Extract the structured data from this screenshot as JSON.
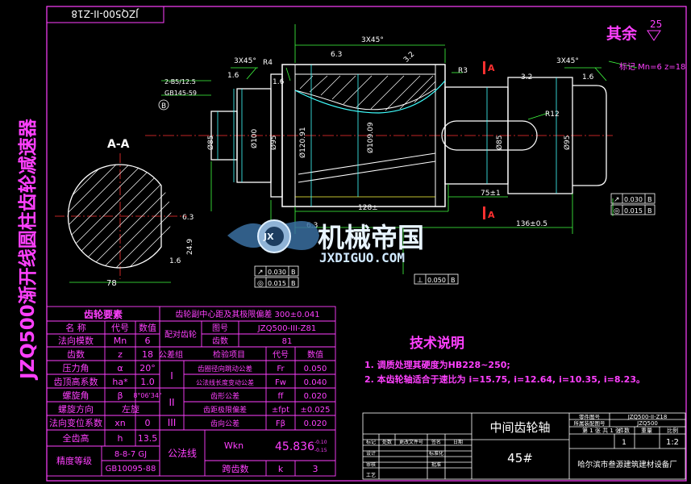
{
  "drawing_number_flipped": "JZQ500-II-Z18",
  "side_title": "JZQ500渐开线圆柱齿轮减速器",
  "surface_note": {
    "label": "其余",
    "value": "25"
  },
  "section_label": "A-A",
  "section_mark": "A",
  "dims": {
    "chamfer_top": "3X45°",
    "chamfer_left": "3X45°",
    "chamfer_right": "3X45°",
    "radius_r4": "R4",
    "radius_r3": "R3",
    "radius_r12": "R12",
    "center_hole": "2-B5/12.5",
    "center_std": "GB145-59",
    "datum_b": "B",
    "rough_63a": "6.3",
    "rough_32a": "3.2",
    "rough_16a": "1.6",
    "rough_16b": "1.6",
    "rough_32b": "3.2",
    "rough_16c": "1.6",
    "rough_63b": "6.3",
    "rough_63c": "6.3",
    "rough_16d": "1.6",
    "dia_tip": "Ø120.91",
    "dia_body": "Ø109.09",
    "dia_left1": "Ø85",
    "dia_left2": "Ø100",
    "dia_left3": "Ø95",
    "dia_right1": "Ø85",
    "dia_right2": "Ø95",
    "len_75": "75±1",
    "len_128": "128±",
    "len_136": "136±0.5",
    "len_sec_78": "78",
    "len_sec_24": "24.9",
    "mark_note": "标记 Mn=6 z=18"
  },
  "tolerances": [
    {
      "sym": "↗",
      "val": "0.030",
      "datum": "B"
    },
    {
      "sym": "◎",
      "val": "0.015",
      "datum": "B"
    },
    {
      "sym": "↗",
      "val": "0.030",
      "datum": "B"
    },
    {
      "sym": "◎",
      "val": "0.015",
      "datum": "B"
    },
    {
      "sym": "⊥",
      "val": "0.050",
      "datum": "B"
    }
  ],
  "logo": {
    "cn": "机械帝国",
    "en": "JXDIGUO.COM",
    "badge": "JX"
  },
  "gear_table": {
    "header": [
      "齿轮要素",
      "",
      ""
    ],
    "rows": [
      [
        "名  称",
        "代号",
        "数值"
      ],
      [
        "法向模数",
        "Mn",
        "6"
      ],
      [
        "齿数",
        "z",
        "18"
      ],
      [
        "压力角",
        "α",
        "20°"
      ],
      [
        "齿顶高系数",
        "ha*",
        "1.0"
      ],
      [
        "螺旋角",
        "β",
        "8°06'34\""
      ],
      [
        "螺旋方向",
        "",
        "左旋"
      ],
      [
        "法向变位系数",
        "xn",
        "0"
      ],
      [
        "全齿高",
        "h",
        "13.5"
      ],
      [
        "精度等级",
        "8-8-7 GJ",
        "GB10095-88"
      ]
    ]
  },
  "mesh_table": {
    "center": "齿轮副中心距及其极限偏差  300±0.041",
    "pair_label": "配对齿轮",
    "pair_rows": [
      [
        "图号",
        "JZQ500-III-Z81"
      ],
      [
        "齿数",
        "81"
      ]
    ],
    "tol_header": [
      "公差组",
      "检验项目",
      "代号",
      "数值"
    ],
    "groups": [
      "I",
      "II",
      "III"
    ],
    "tol_rows": [
      [
        "齿圈径向跳动公差",
        "Fr",
        "0.050"
      ],
      [
        "公法线长度变动公差",
        "Fw",
        "0.040"
      ],
      [
        "齿形公差",
        "ff",
        "0.020"
      ],
      [
        "齿距极限偏差",
        "±fpt",
        "±0.025"
      ],
      [
        "齿向公差",
        "Fβ",
        "0.020"
      ]
    ],
    "w_label": "公法线",
    "w_sym": "Wkn",
    "w_val": "45.836",
    "w_tol_up": "-0.10",
    "w_tol_dn": "-0.15",
    "k_label": "跨齿数",
    "k_sym": "k",
    "k_val": "3"
  },
  "tech": {
    "title": "技术说明",
    "lines": [
      "1. 调质处理其硬度为HB228~250;",
      "2. 本齿轮轴适合于速比为 i=15.75, i=12.64, i=10.35, i=8.23。"
    ]
  },
  "title_block": {
    "part_name": "中间齿轮轴",
    "material": "45#",
    "drawing_no_label": "零件图号",
    "drawing_no": "JZQ500-II-Z18",
    "assembly_label": "所属装配图号",
    "assembly_no": "JZQ500",
    "sheet": "第 1 张 共 1 张",
    "qty_label": "件数",
    "weight_label": "重量",
    "scale_label": "比例",
    "qty": "1",
    "scale": "1:2",
    "rev_headers": [
      "标记",
      "处数",
      "更改文件号",
      "签名",
      "日期"
    ],
    "roles": [
      "设计",
      "审核",
      "标准化",
      "批准",
      "工艺"
    ],
    "company": "哈尔滨市叁源建筑建材设备厂"
  }
}
